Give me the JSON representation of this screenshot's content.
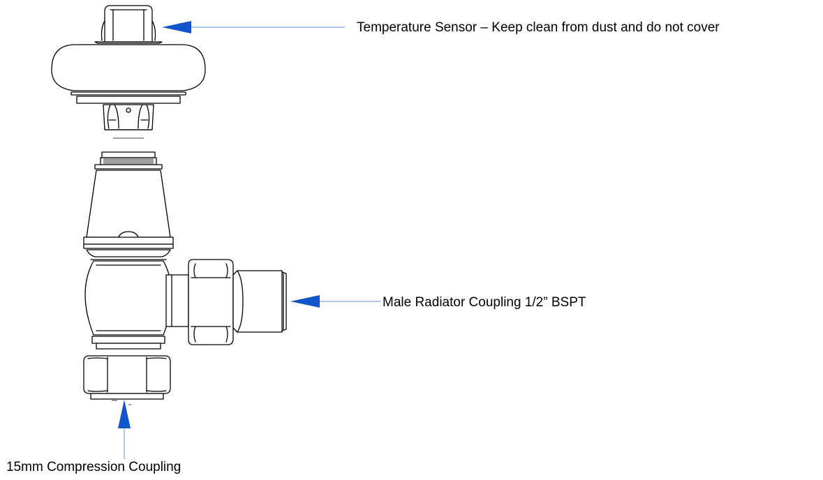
{
  "labels": {
    "temperature_sensor": "Temperature Sensor – Keep clean from dust and do not cover",
    "male_coupling": "Male Radiator Coupling 1/2” BSPT",
    "compression_coupling": "15mm Compression Coupling"
  },
  "colors": {
    "arrow": "#1155cc",
    "arrow_line": "#5b8fd6",
    "drawing": "#000000",
    "background": "#ffffff"
  },
  "icons": {
    "valve": "radiator-valve-drawing",
    "pointer": "arrow-icon"
  }
}
